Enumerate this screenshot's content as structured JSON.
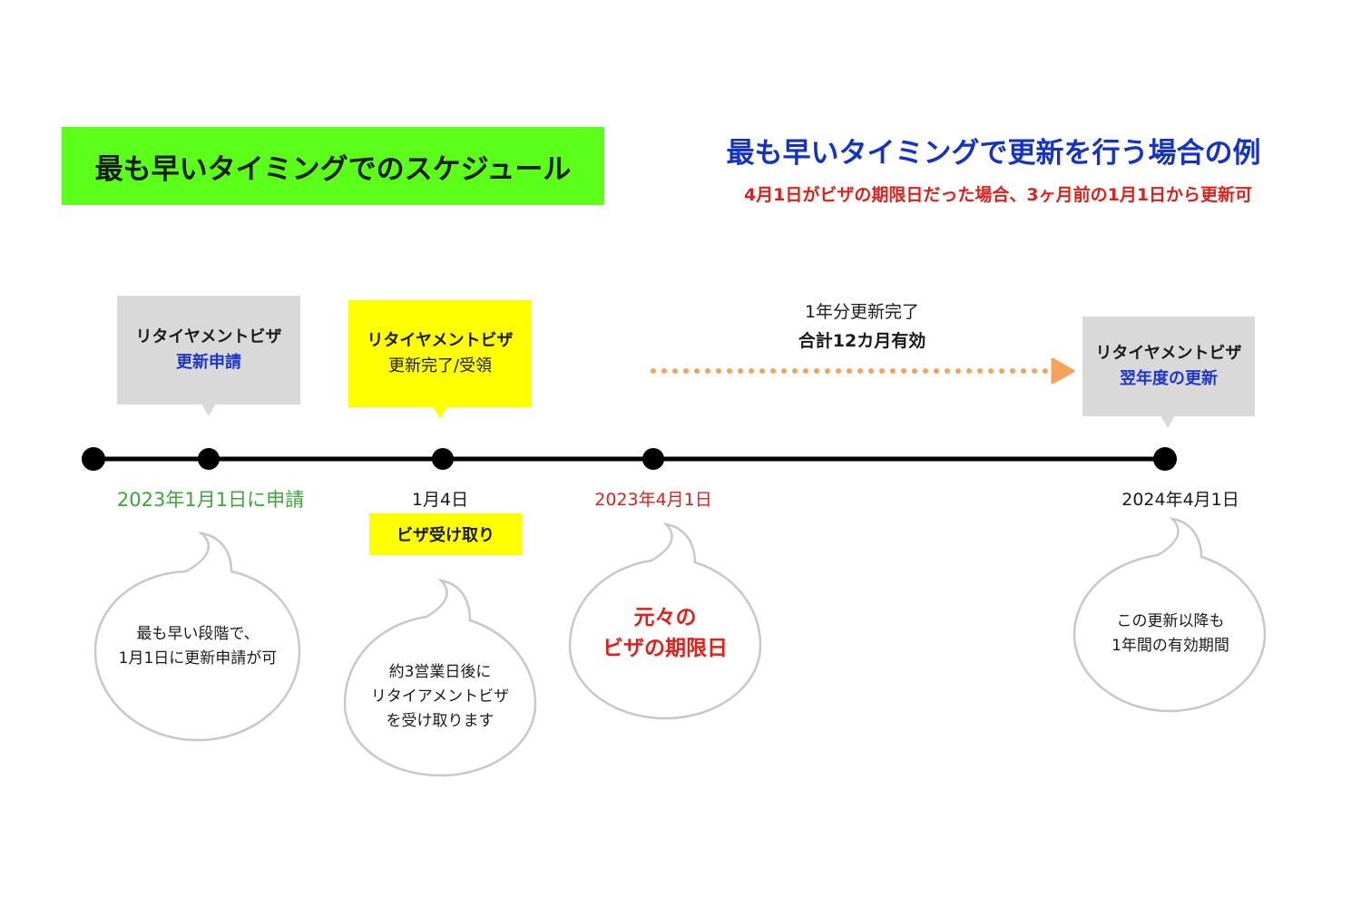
{
  "title": "最も早いタイミングでのスケジュール",
  "headline": "最も早いタイミングで更新を行う場合の例",
  "subline": "4月1日がビザの期限日だった場合、3ヶ月前の1月1日から更新可",
  "boxes": {
    "apply": {
      "line1": "リタイヤメントビザ",
      "line2": "更新申請"
    },
    "done": {
      "line1": "リタイヤメントビザ",
      "line2": "更新完了/受領"
    },
    "next": {
      "line1": "リタイヤメントビザ",
      "line2": "翌年度の更新"
    }
  },
  "span_label": {
    "line1": "1年分更新完了",
    "line2": "合計12カ月有効"
  },
  "dates": {
    "apply": "2023年1月1日に申請",
    "receive": "1月4日",
    "expiry": "2023年4月1日",
    "next": "2024年4月1日"
  },
  "receive_tag": "ビザ受け取り",
  "bubbles": {
    "b1": {
      "line1": "最も早い段階で、",
      "line2": "1月1日に更新申請が可"
    },
    "b2": {
      "line1": "約3営業日後に",
      "line2": "リタイアメントビザ",
      "line3": "を受け取ります"
    },
    "b3": {
      "line1": "元々の",
      "line2": "ビザの期限日"
    },
    "b4": {
      "line1": "この更新以降も",
      "line2": "1年間の有効期間"
    }
  },
  "colors": {
    "title_bg": "#5bff1a",
    "headline": "#1532c7",
    "subline": "#e0201b",
    "apply_date": "#3aa73a",
    "highlight": "#ffff00",
    "gray_box": "#d9d9d9",
    "arrow": "#f5a25d"
  }
}
